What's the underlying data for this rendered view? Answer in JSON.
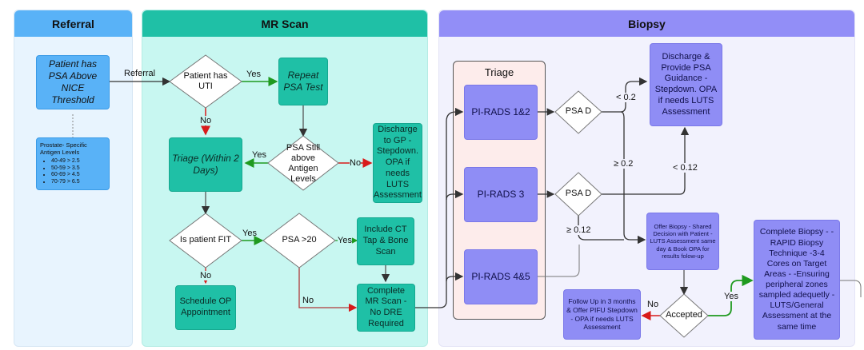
{
  "lanes": {
    "referral": "Referral",
    "mr_scan": "MR Scan",
    "biopsy": "Biopsy"
  },
  "referral": {
    "patient_psa": "Patient has PSA Above NICE Threshold",
    "psa_levels_title": "Prostate- Specific Antigen Levels",
    "psa_levels": [
      "40-49 > 2.5",
      "50-59 > 3.5",
      "60-69 > 4.5",
      "70-79 > 6.5"
    ],
    "edge_label": "Referral"
  },
  "mr_scan": {
    "uti_decision": "Patient has UTI",
    "repeat_psa": "Repeat PSA Test",
    "psa_still_above": "PSA Still above Antigen Levels",
    "discharge_gp": "Discharge to GP - Stepdown. OPA if needs LUTS Assessment",
    "triage": "Triage (Within 2 Days)",
    "is_fit": "Is patient FIT",
    "psa_gt20": "PSA >20",
    "include_ct": "Include CT Tap & Bone Scan",
    "schedule_op": "Schedule OP Appointment",
    "complete_mr": "Complete MR Scan - No DRE Required",
    "labels": {
      "uti_yes": "Yes",
      "uti_no": "No",
      "psa_yes": "Yes",
      "psa_no": "No",
      "fit_yes": "Yes",
      "fit_no": "No",
      "gt20_yes": "Yes",
      "gt20_no": "No"
    }
  },
  "biopsy": {
    "triage_group": "Triage",
    "pirads_12": "PI-RADS 1&2",
    "pirads_3": "PI-RADS 3",
    "pirads_45": "PI-RADS 4&5",
    "psad_1": "PSA D",
    "psad_2": "PSA D",
    "discharge_psa": "Discharge & Provide PSA Guidance - Stepdown. OPA if needs LUTS Assessment",
    "offer_biopsy": "Offer Biopsy - Shared Decision with Patient - LUTS Assessment same day & Book OPA for results folow-up",
    "accepted": "Accepted",
    "follow_up": "Follow Up in 3 months & Offer PIFU Stepdown - OPA if needs LUTS Assessment",
    "complete_biopsy": "Complete Biopsy - -RAPID Biopsy Technique -3-4 Cores on Target Areas - -Ensuring peripheral zones sampled adequetly -LUTS/General Assessment at the same time",
    "labels": {
      "lt_02": "< 0.2",
      "ge_02": "≥ 0.2",
      "lt_012": "< 0.12",
      "ge_012": "≥ 0.12",
      "accepted_no": "No",
      "accepted_yes": "Yes"
    }
  },
  "colors": {
    "referral_head": "#59b2f7",
    "referral_body": "#e8f4fe",
    "mr_head": "#1fc0a6",
    "mr_body": "#c8f7f1",
    "biopsy_head": "#928ef7",
    "biopsy_body": "#f2f2fd",
    "yes_arrow": "#1f9a1f",
    "no_arrow": "#d81b1b"
  }
}
